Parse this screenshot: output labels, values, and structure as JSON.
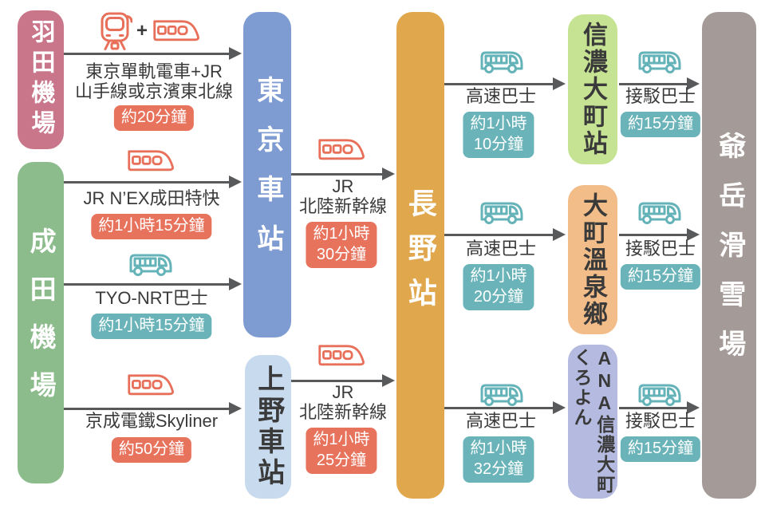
{
  "nodes": {
    "haneda": {
      "label": "羽田機場"
    },
    "narita": {
      "label": "成田機場"
    },
    "tokyo_station": {
      "label": "東京車站"
    },
    "ueno_station": {
      "label": "上野車站"
    },
    "nagano_station": {
      "label": "長野站"
    },
    "shinano_omachi_station": {
      "label": "信濃大町站"
    },
    "omachi_onsen": {
      "label": "大町溫泉鄉"
    },
    "ana_shinano_omachi_kuroyon": {
      "label": "ANA信濃大町くろよん"
    },
    "ski_resort": {
      "label": "爺岳滑雪場"
    }
  },
  "routes": {
    "haneda_to_tokyo": {
      "icons": [
        "monorail-icon",
        "train-icon"
      ],
      "plus": "+",
      "label_line1": "東京單軌電車+JR",
      "label_line2": "山手線或京濱東北線",
      "duration": "約20分鐘"
    },
    "narita_to_tokyo_nex": {
      "icon": "train-icon",
      "label": "JR N’EX成田特快",
      "duration": "約1小時15分鐘"
    },
    "narita_to_tokyo_bus": {
      "icon": "bus-icon",
      "label": "TYO-NRT巴士",
      "duration": "約1小時15分鐘"
    },
    "narita_to_ueno_skyliner": {
      "icon": "train-icon",
      "label": "京成電鐵Skyliner",
      "duration": "約50分鐘"
    },
    "tokyo_to_nagano": {
      "icon": "train-icon",
      "label_line1": "JR",
      "label_line2": "北陸新幹線",
      "duration_line1": "約1小時",
      "duration_line2": "30分鐘"
    },
    "ueno_to_nagano": {
      "icon": "train-icon",
      "label_line1": "JR",
      "label_line2": "北陸新幹線",
      "duration_line1": "約1小時",
      "duration_line2": "25分鐘"
    },
    "nagano_to_shinano_omachi": {
      "icon": "bus-icon",
      "label": "高速巴士",
      "duration_line1": "約1小時",
      "duration_line2": "10分鐘"
    },
    "nagano_to_omachi_onsen": {
      "icon": "bus-icon",
      "label": "高速巴士",
      "duration_line1": "約1小時",
      "duration_line2": "20分鐘"
    },
    "nagano_to_ana_kuroyon": {
      "icon": "bus-icon",
      "label": "高速巴士",
      "duration_line1": "約1小時",
      "duration_line2": "32分鐘"
    },
    "shinano_omachi_to_ski": {
      "icon": "bus-icon",
      "label": "接駁巴士",
      "duration": "約15分鐘"
    },
    "omachi_onsen_to_ski": {
      "icon": "bus-icon",
      "label": "接駁巴士",
      "duration": "約15分鐘"
    },
    "ana_kuroyon_to_ski": {
      "icon": "bus-icon",
      "label": "接駁巴士",
      "duration": "約15分鐘"
    }
  },
  "colors": {
    "haneda": "#c9768b",
    "narita": "#8cbc8b",
    "tokyo_station": "#7e9bd2",
    "ueno_station": "#c7daee",
    "nagano_station": "#e0a74d",
    "shinano_omachi_station": "#c5e392",
    "omachi_onsen": "#f2bd88",
    "ana_shinano_omachi_kuroyon": "#b5bbe0",
    "ski_resort": "#a49a97",
    "badge_red": "#e8735c",
    "badge_teal": "#6ab4b9",
    "train_icon": "#e8705a",
    "bus_icon": "#64b3b8",
    "arrow": "#58595b"
  }
}
